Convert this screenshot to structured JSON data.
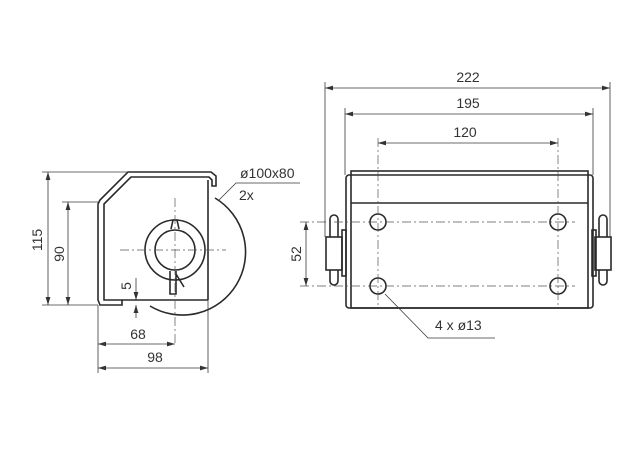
{
  "side_view": {
    "height_total": "115",
    "height_inner": "90",
    "offset_bottom": "5",
    "axis_distance": "68",
    "width_total": "98",
    "disc_label": "ø100x80",
    "disc_qty": "2x"
  },
  "front_view": {
    "length_total": "222",
    "length_body": "195",
    "hole_spacing_x": "120",
    "hole_spacing_y": "52",
    "holes_label": "4 x ø13"
  }
}
